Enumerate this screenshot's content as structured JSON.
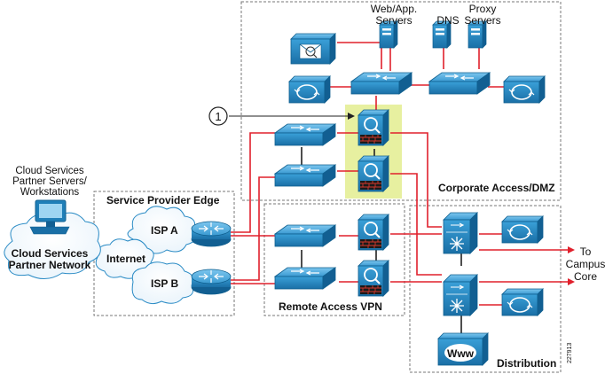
{
  "colors": {
    "device_blue": "#1f7fb8",
    "device_dark": "#0f5f8f",
    "link_red": "#e0202c",
    "link_black": "#222222",
    "highlight": "#e7f0a0",
    "zone_border": "#777777",
    "cloud_fill": "#ffffff",
    "cloud_stroke": "#2a8bc5"
  },
  "zones": {
    "corporate": "Corporate Access/DMZ",
    "sp_edge": "Service Provider Edge",
    "remote_vpn": "Remote Access VPN",
    "distribution": "Distribution"
  },
  "servers": {
    "web_app": [
      "Web/App.",
      "Servers"
    ],
    "dns": "DNS",
    "proxy": [
      "Proxy",
      "Servers"
    ]
  },
  "cloud_services": {
    "caption": [
      "Cloud Services",
      "Partner Servers/",
      "Workstations"
    ],
    "network": [
      "Cloud Services",
      "Partner Network"
    ]
  },
  "internet": {
    "label": "Internet",
    "isp_a": "ISP A",
    "isp_b": "ISP B"
  },
  "campus_core": [
    "To",
    "Campus",
    "Core"
  ],
  "callout": "1",
  "figure_id": "227913",
  "icons": [
    "workstation-icon",
    "router-icon",
    "switch-icon",
    "firewall-icon",
    "ips-icon",
    "server-icon",
    "content-engine-icon",
    "web-icon",
    "layer3-switch-icon"
  ]
}
